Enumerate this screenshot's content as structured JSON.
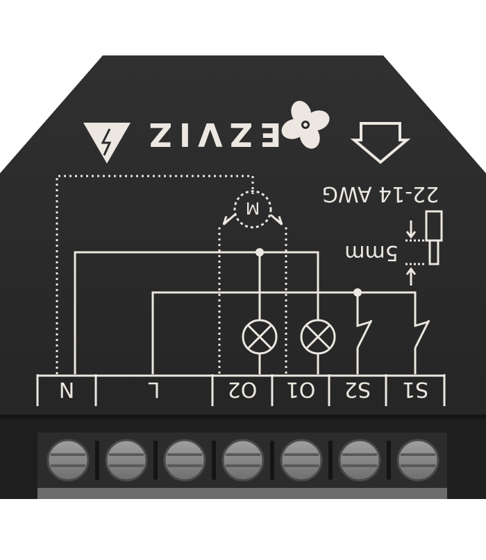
{
  "device": {
    "brand": "EZVIZ",
    "wire_gauge": "22-14 AWG",
    "strip_length": "5mm",
    "motor_symbol": "M",
    "terminals": [
      "N",
      "L",
      "O2",
      "O1",
      "S2",
      "S1"
    ],
    "screw_count": 7,
    "colors": {
      "body": "#2a2a2a",
      "body_dark": "#1c1c1c",
      "print": "#ece7e1",
      "screw": "#8a8a8a",
      "background": "#ffffff"
    },
    "icons": [
      "high-voltage-warning-icon",
      "fan-logo-icon",
      "down-arrow-icon",
      "wire-strip-icon",
      "lamp-icon",
      "switch-icon"
    ]
  }
}
